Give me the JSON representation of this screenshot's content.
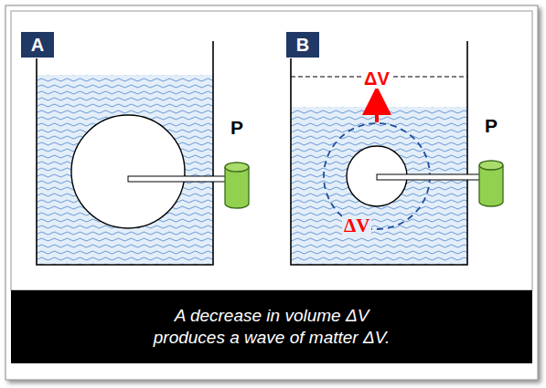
{
  "diagram": {
    "caption": "A decrease in volume ΔV produces a wave of matter ΔV.",
    "nodes": [
      {
        "text": [
          "A"
        ]
      },
      {
        "text": [
          "B"
        ]
      }
    ],
    "labels": [
      "P",
      "P",
      "ΔV",
      "ΔV"
    ]
  }
}
